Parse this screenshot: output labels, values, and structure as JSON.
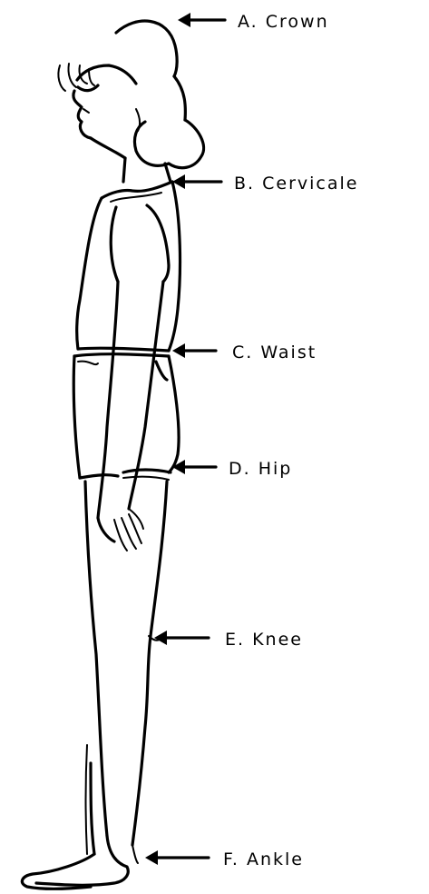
{
  "labels": {
    "crown": "A.  Crown",
    "cervicale": "B.  Cervicale",
    "waist": "C.  Waist",
    "hip": "D.  Hip",
    "knee": "E.  Knee",
    "ankle": "F.  Ankle"
  },
  "colors": {
    "ink": "#000000",
    "paper": "#ffffff"
  }
}
